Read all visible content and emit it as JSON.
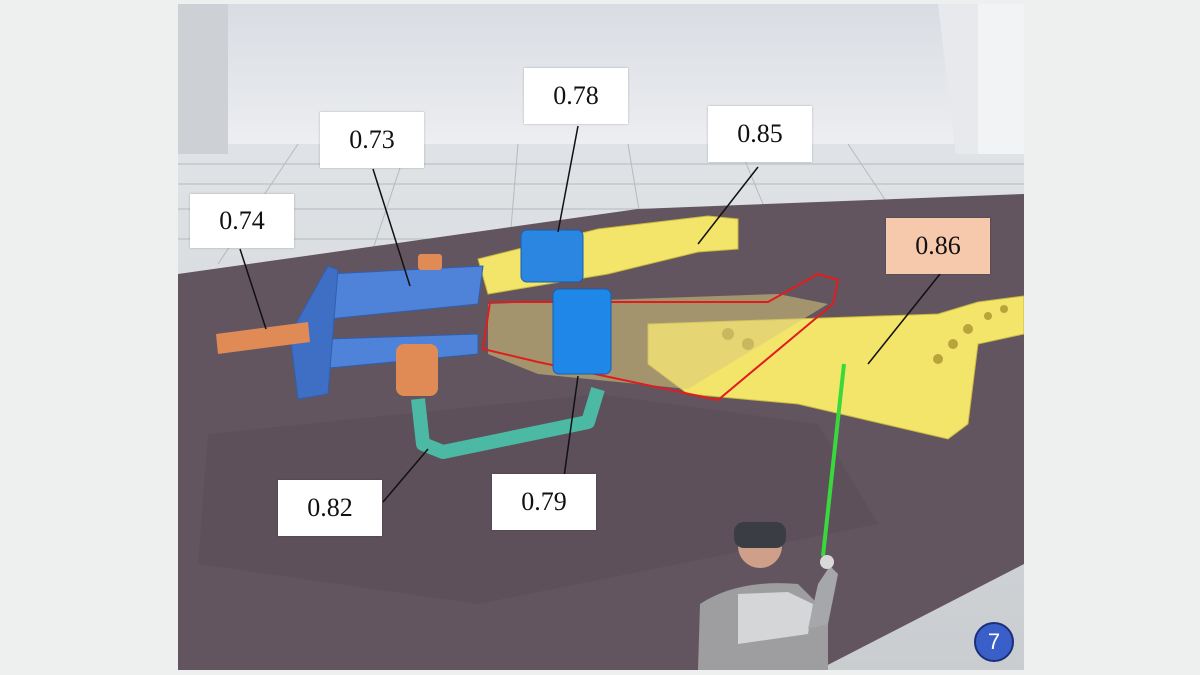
{
  "annotations": {
    "label_074": "0.74",
    "label_073": "0.73",
    "label_078": "0.78",
    "label_085": "0.85",
    "label_086": "0.86",
    "label_082": "0.82",
    "label_079": "0.79"
  },
  "step_badge": "7",
  "colors": {
    "highlight_label": "#f6c9ad",
    "selection_outline": "#e01d1d",
    "pointer_ray": "#39d93b",
    "part_blue": "#4f82d9",
    "part_yellow": "#f3e46a",
    "part_orange": "#e08a55",
    "part_teal": "#4bb9a3",
    "floor": "#625560"
  }
}
